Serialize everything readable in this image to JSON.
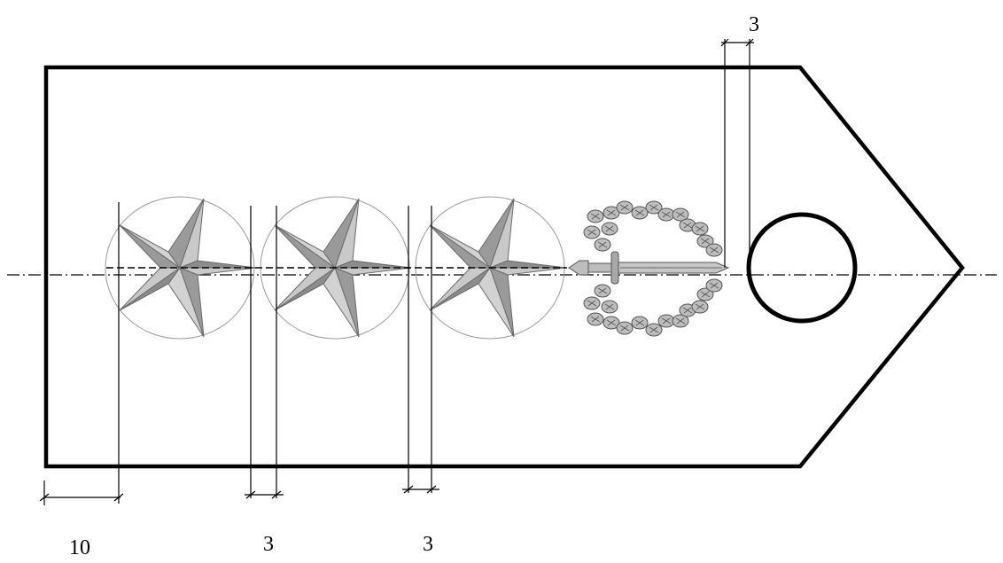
{
  "dimensions": {
    "top_spacing": "3",
    "left_margin": "10",
    "gap_1": "3",
    "gap_2": "3"
  },
  "colors": {
    "outline": "#000000",
    "star_light": "#c9c9c9",
    "star_dark": "#8c8c8c",
    "circle_outline": "#9a9a9a",
    "emblem": "#9c9c9c"
  },
  "emblem_parts": [
    "star",
    "star",
    "star",
    "sword-and-wreath",
    "button"
  ]
}
